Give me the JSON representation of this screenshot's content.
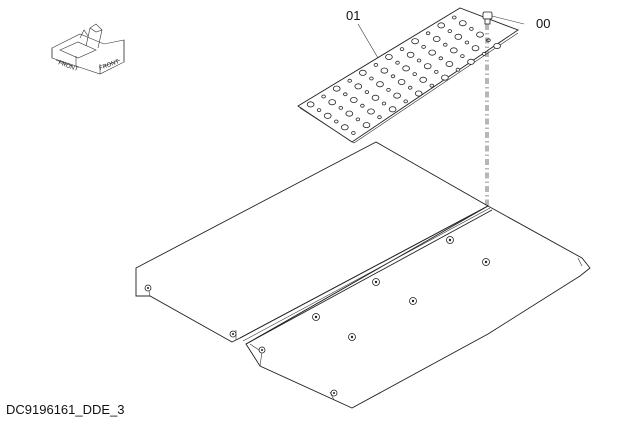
{
  "diagram": {
    "parts": [
      {
        "callout": "01"
      },
      {
        "callout": "00"
      }
    ],
    "orientation_icon": {
      "front_label_left": "FRONT",
      "front_label_right": "FRONT"
    },
    "caption": "DC9196161_DDE_3"
  }
}
